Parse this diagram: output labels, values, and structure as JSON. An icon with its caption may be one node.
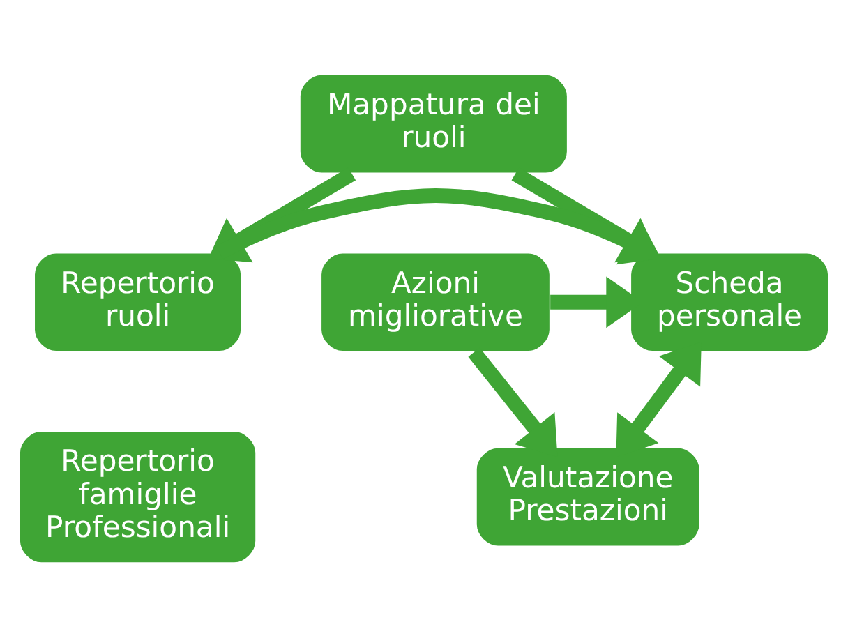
{
  "diagram": {
    "nodes": [
      {
        "text": [
          "Mappatura dei ruoli"
        ]
      },
      {
        "text": [
          "Repertorio ruoli"
        ]
      },
      {
        "text": [
          "Repertorio famiglie Professionali"
        ]
      },
      {
        "text": [
          "Scheda personale"
        ]
      },
      {
        "text": [
          "Azioni migliorative"
        ]
      },
      {
        "text": [
          "Valutazione Prestazioni"
        ]
      }
    ],
    "edges": [
      {
        "from": 0,
        "to": 1,
        "arrow": "to"
      },
      {
        "from": 0,
        "to": 3,
        "arrow": "to"
      },
      {
        "from": 1,
        "to": 3,
        "arrow": "to"
      },
      {
        "from": 4,
        "to": 3,
        "arrow": "to"
      },
      {
        "from": 3,
        "to": 5,
        "arrow": "both"
      },
      {
        "from": 4,
        "to": 5,
        "arrow": "to"
      }
    ]
  }
}
